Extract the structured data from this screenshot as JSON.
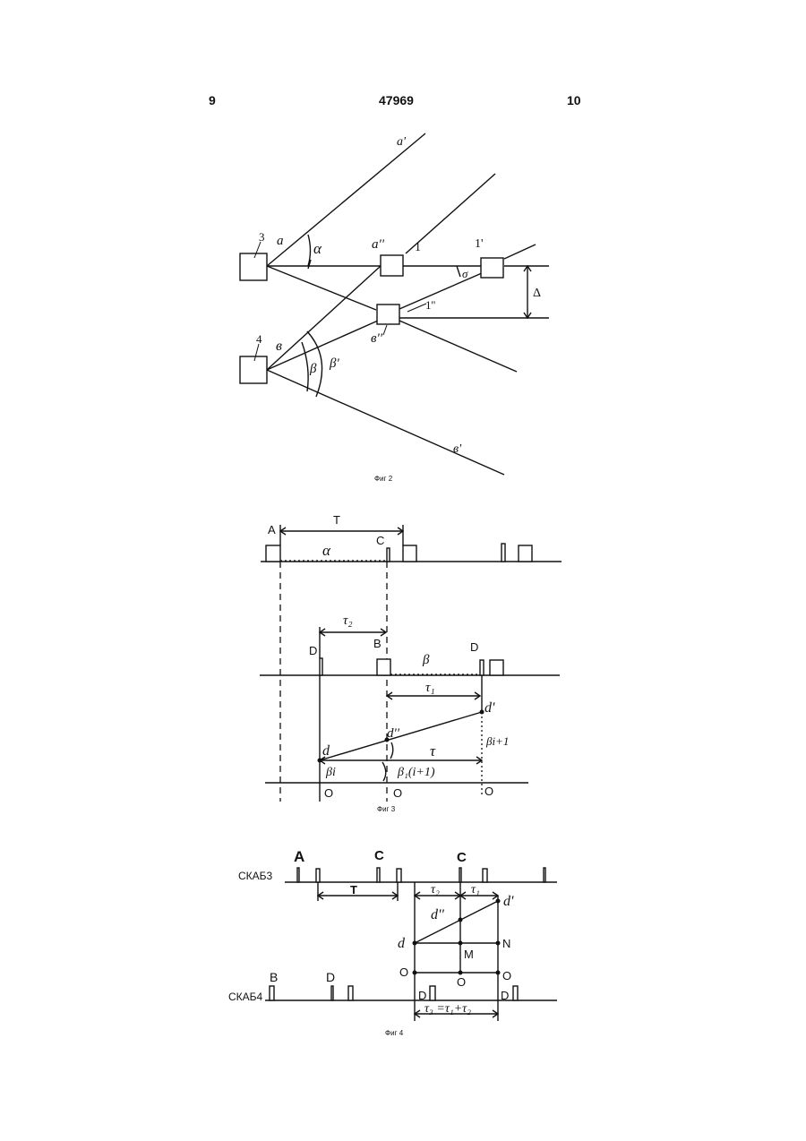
{
  "header": {
    "page_left": "9",
    "patent_number": "47969",
    "page_right": "10"
  },
  "fig2": {
    "caption": "Фиг 2",
    "labels": {
      "station3": "3",
      "station4": "4",
      "a": "a",
      "a_prime": "a'",
      "alpha": "α",
      "a_dprime": "a''",
      "one": "1",
      "one_prime": "1'",
      "one_dprime": "1''",
      "sigma": "σ",
      "delta": "Δ",
      "b": "в",
      "b_dprime": "в''",
      "b_prime": "в'",
      "beta": "β",
      "beta_prime": "β'"
    }
  },
  "fig3": {
    "caption": "Фиг 3",
    "labels": {
      "A": "A",
      "T": "T",
      "C": "C",
      "alpha": "α",
      "tau2": "τ₂",
      "D_left": "D",
      "B": "B",
      "D_right": "D",
      "beta": "β",
      "tau1": "τ₁",
      "d_prime": "d'",
      "d_dprime": "d''",
      "d": "d",
      "tau": "τ",
      "beta_i1": "βi+1",
      "beta_i": "βi",
      "beta_1": "β₁(i+1)",
      "O1": "O",
      "O2": "O",
      "O3": "O"
    }
  },
  "fig4": {
    "caption": "Фиг 4",
    "labels": {
      "A": "A",
      "C1": "C",
      "C2": "C",
      "track_top": "СКАБ3",
      "T": "T",
      "tau2": "τ₂",
      "tau1": "τ₁",
      "d_prime": "d'",
      "d_dprime": "d''",
      "d": "d",
      "N": "N",
      "M": "M",
      "O_left": "O",
      "O_mid": "O",
      "O_right": "O",
      "B": "B",
      "D": "D",
      "track_bottom": "СКАБ4",
      "D2": "D",
      "D3": "D",
      "tau3": "τ₃ =τ₁+τ₂"
    }
  }
}
